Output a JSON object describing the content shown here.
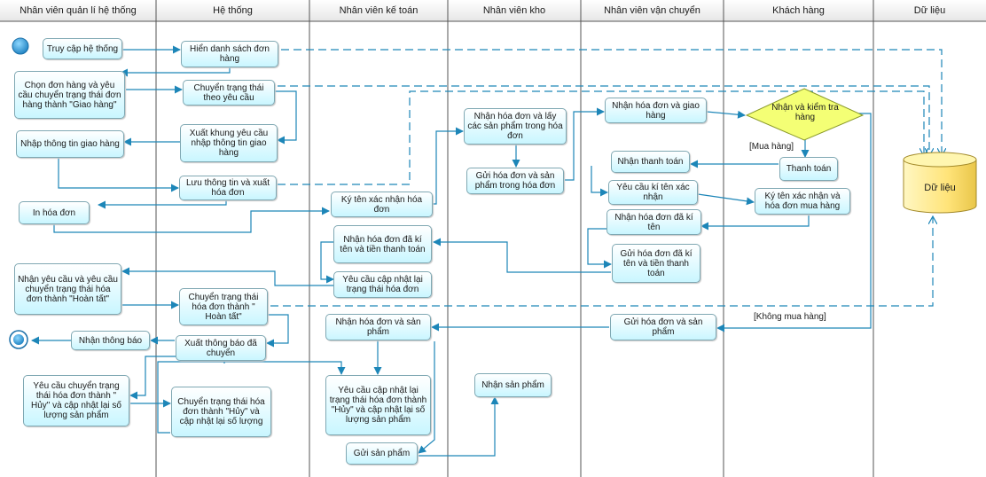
{
  "lanes": [
    "Nhân viên quản lí hệ thống",
    "Hệ thống",
    "Nhân viên kế toán",
    "Nhân viên kho",
    "Nhân viên vận chuyển",
    "Khách hàng",
    "Dữ liệu"
  ],
  "nodes": {
    "n1": "Truy cập hệ thống",
    "n2": "Hiển danh sách đơn hàng",
    "n3": "Chọn đơn hàng và yêu cầu chuyển trạng thái đơn hàng thành \"Giao hàng\"",
    "n4": "Chuyển trạng thái theo yêu cầu",
    "n5": "Nhập thông tin giao hàng",
    "n6": "Xuất khung yêu cầu nhập thông tin giao hàng",
    "n7": "Lưu thông tin và xuất hóa đơn",
    "n8": "In hóa đơn",
    "n9": "Ký tên xác nhận hóa đơn",
    "n10": "Nhận hóa đơn và lấy các sản phẩm trong hóa đơn",
    "n11": "Gửi hóa đơn và sản phẩm trong hóa đơn",
    "n12": "Nhận hóa đơn và giao hàng",
    "n14": "Thanh toán",
    "n15": "Nhận thanh toán",
    "n16": "Yêu cầu kí tên xác nhận",
    "n17": "Ký tên xác nhận và hóa đơn mua hàng",
    "n18": "Nhận hóa đơn đã kí tên",
    "n19": "Nhận hóa đơn đã kí tên và tiền thanh toán",
    "n20": "Gửi hóa đơn đã kí tên và tiền thanh toán",
    "n21": "Yêu cầu cập nhật lại trạng thái hóa đơn",
    "n22": "Nhận yêu cầu và yêu cầu chuyển trạng thái hóa đơn thành \"Hoàn tất\"",
    "n23": "Chuyển trạng thái hóa đơn thành \" Hoàn tất\"",
    "n24": "Nhận hóa đơn và sản phẩm",
    "n25": "Gửi hóa đơn và sản phẩm",
    "n26": "Nhận thông báo",
    "n27": "Xuất thông báo đã chuyển",
    "n28": "Yêu cầu chuyển trạng thái hóa đơn thành \" Hủy\" và cập nhật lại số lượng sản phẩm",
    "n29": "Chuyển trạng thái hóa đơn thành \"Hủy\" và cập nhật lại số lượng",
    "n30": "Yêu cầu cập nhật lại trạng thái hóa đơn thành \"Hủy\" và cập nhật lại số lượng sản phẩm",
    "n31": "Nhận sản phẩm",
    "n32": "Gửi sản phẩm"
  },
  "decision": "Nhận và kiểm tra hàng",
  "guards": {
    "buy": "[Mua hàng]",
    "nobuy": "[Không mua hàng]"
  },
  "datastore": "Dữ liệu"
}
